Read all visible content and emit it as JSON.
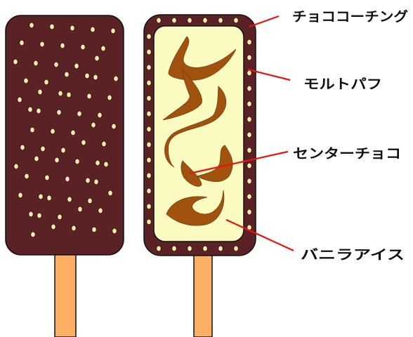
{
  "labels": {
    "coating": "チョココーチング",
    "puff": "モルトパフ",
    "center": "センターチョコ",
    "vanilla": "バニラアイス"
  },
  "colors": {
    "chocolate": "#5a2224",
    "puff": "#fde9a8",
    "vanilla": "#fbfbc1",
    "swirl": "#a1520e",
    "stick": "#fdb063",
    "leader_line": "#ee1111",
    "outline": "#111111"
  }
}
